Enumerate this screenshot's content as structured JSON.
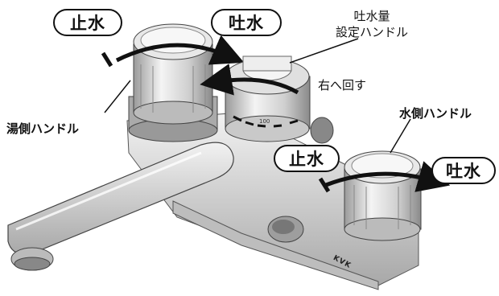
{
  "labels": {
    "stop_left": "止水",
    "discharge_left": "吐水",
    "flow_rate_handle": "吐水量\n設定ハンドル",
    "turn_right": "右へ回す",
    "hot_side_handle": "湯側ハンドル",
    "cold_side_handle": "水側ハンドル",
    "stop_right": "止水",
    "discharge_right": "吐水"
  },
  "dial_scale": "100",
  "brand": "KVK"
}
